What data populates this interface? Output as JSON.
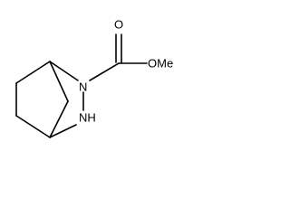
{
  "molecule": {
    "atom_labels": {
      "nitrogen_upper": "N",
      "nitrogen_lower": "NH",
      "carbonyl_oxygen": "O",
      "methoxy": "OMe"
    }
  },
  "colors": {
    "bond": "#000000",
    "text": "#000000",
    "background": "#ffffff"
  }
}
